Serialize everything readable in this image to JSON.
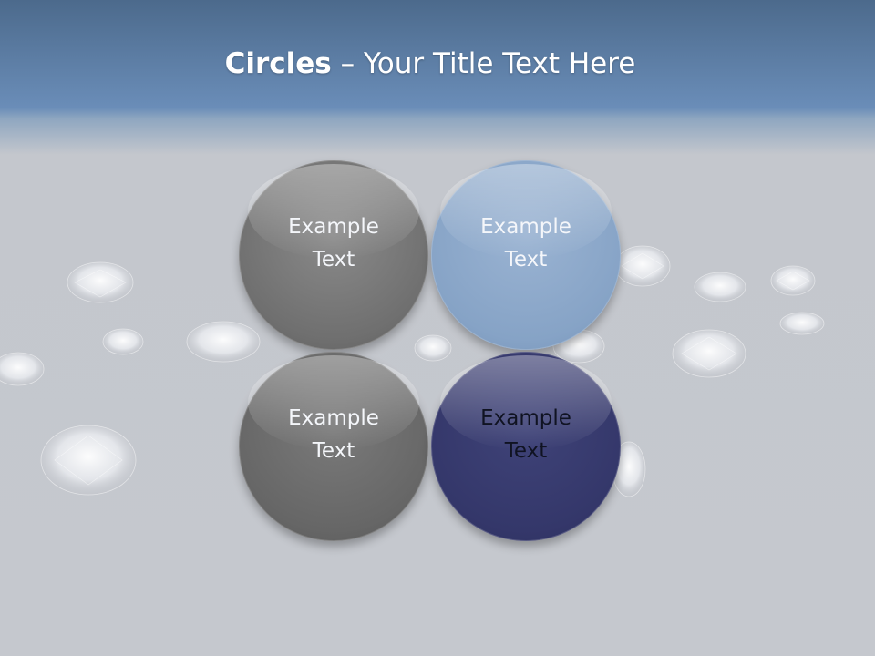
{
  "title": {
    "bold": "Circles",
    "rest": " – Your Title Text Here"
  },
  "circles": [
    {
      "text": "Example Text",
      "color": "#7a7a7a"
    },
    {
      "text": "Example Text",
      "color": "#8aa6c8"
    },
    {
      "text": "Example Text",
      "color": "#6a6a6a"
    },
    {
      "text": "Example Text",
      "color": "#35386b"
    }
  ],
  "colors": {
    "header": "#5f82ad",
    "background": "#c5c8ce"
  }
}
